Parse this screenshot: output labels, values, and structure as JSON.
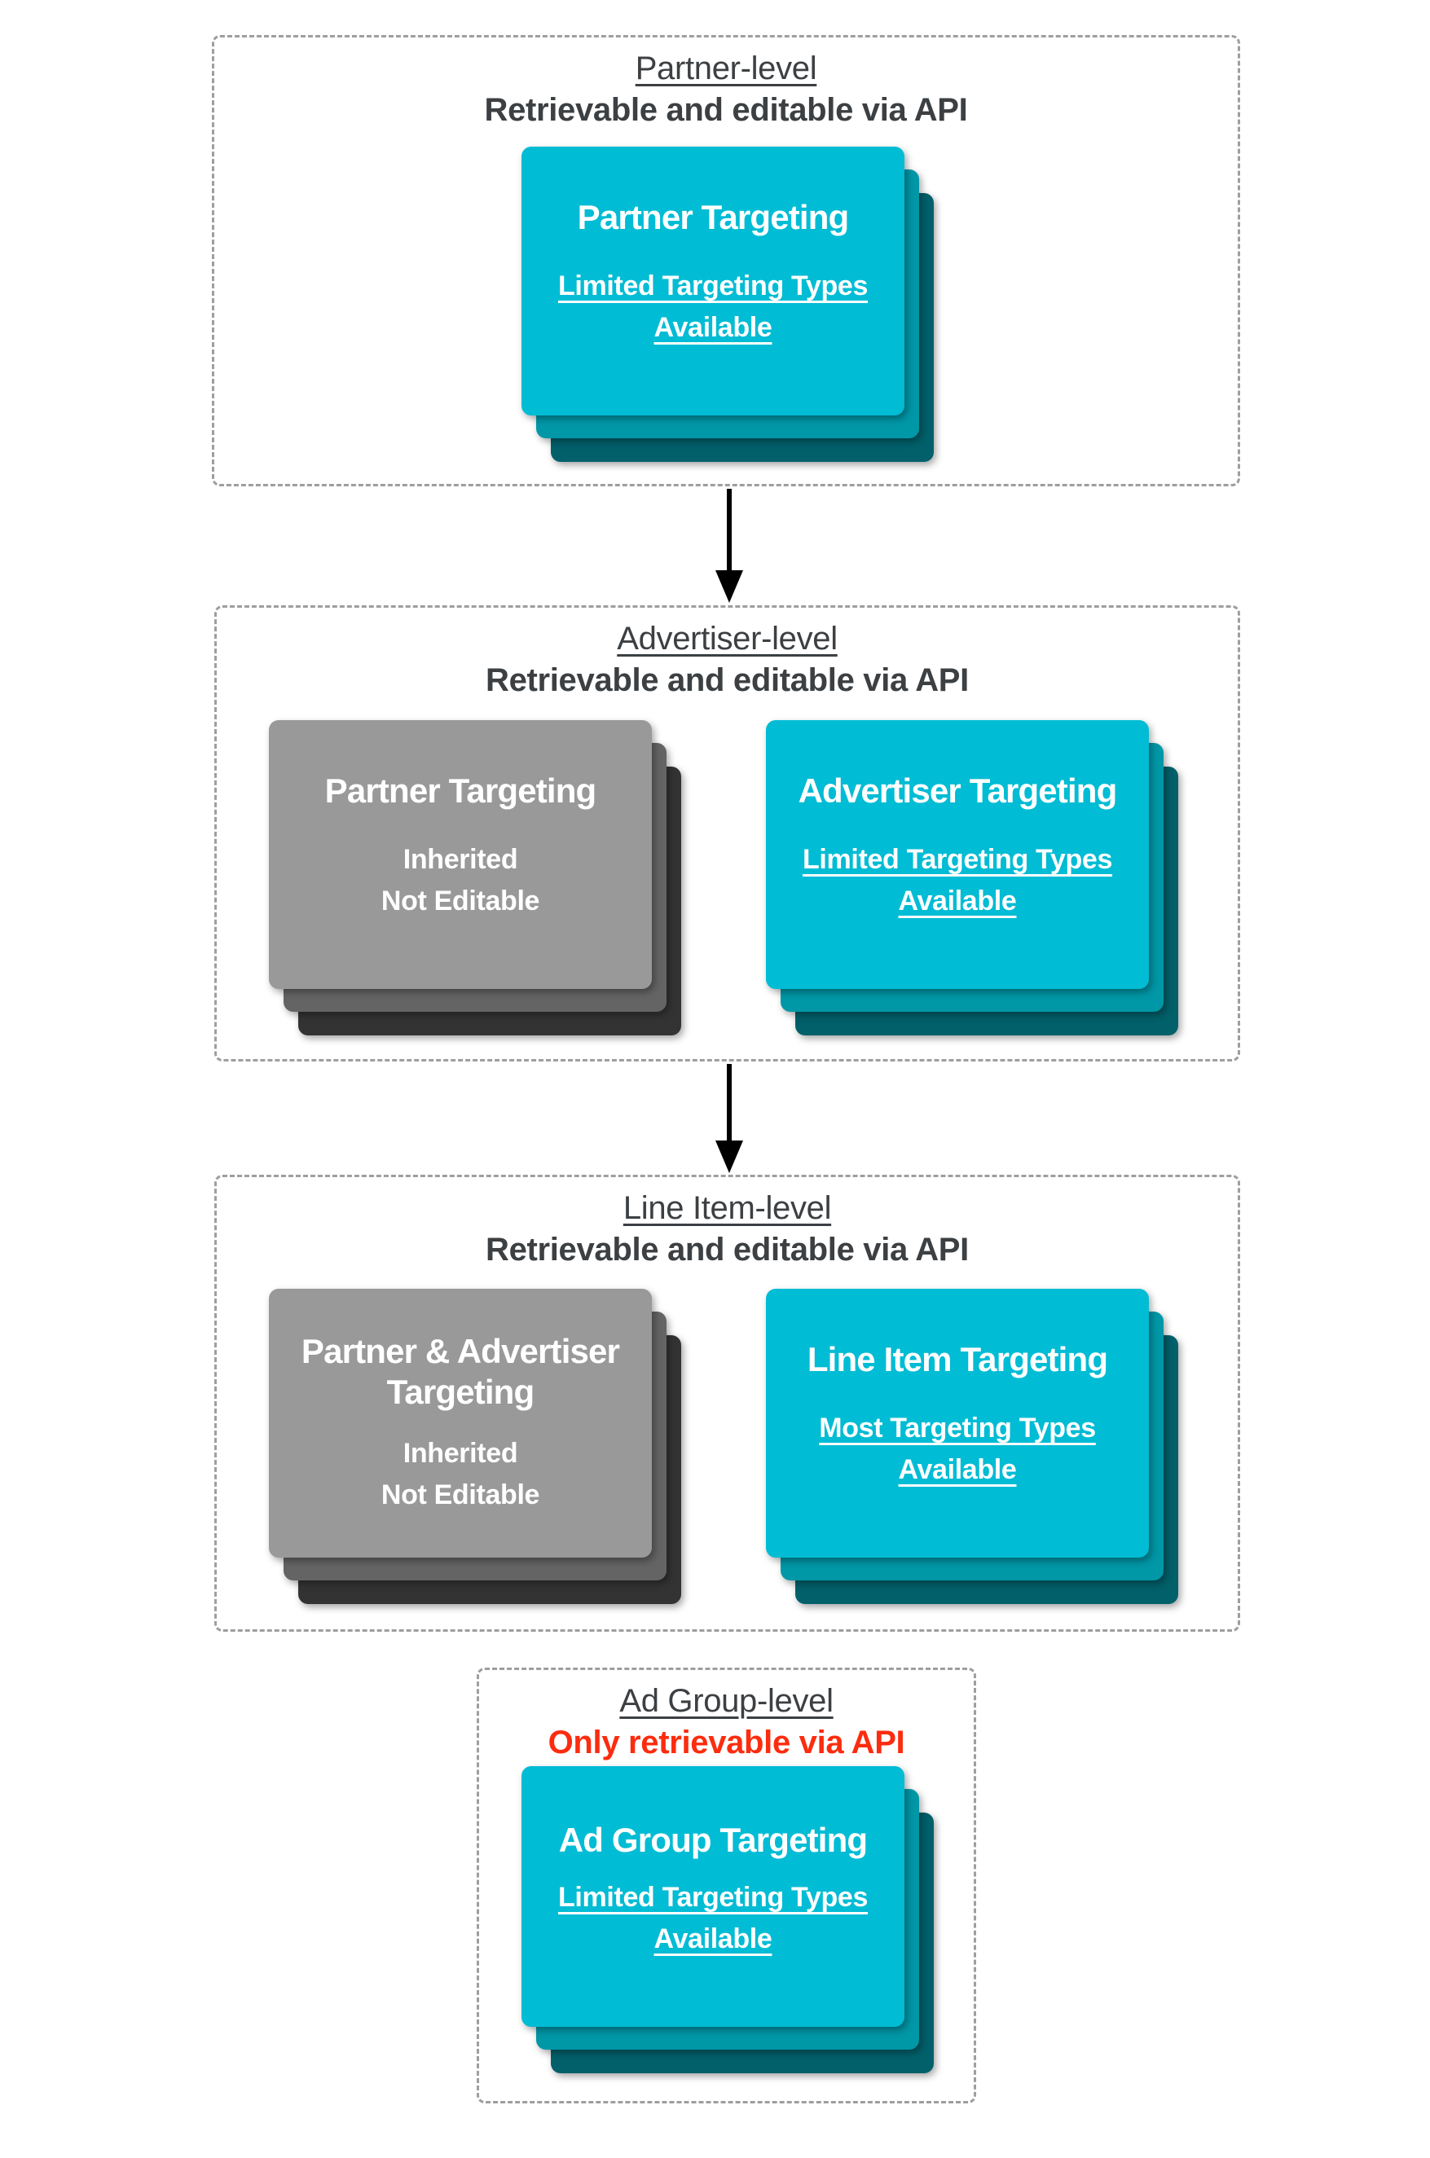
{
  "colors": {
    "card_cyan": "#00BCD4",
    "card_cyan_mid": "#0097A7",
    "card_cyan_dark": "#02606A",
    "card_gray": "#999999",
    "card_gray_mid": "#646464",
    "card_gray_dark": "#333333",
    "heading": "#3C4043",
    "warning_red": "#FC2C0F",
    "arrow": "#000000",
    "border": "#9E9E9E"
  },
  "sections": [
    {
      "title": "Partner-level",
      "subtitle": "Retrievable and editable via API",
      "cards": [
        {
          "style": "cyan",
          "title_lines": [
            "Partner Targeting"
          ],
          "body_lines": [
            "Limited Targeting Types",
            "Available"
          ],
          "body_underlined": true
        }
      ]
    },
    {
      "title": "Advertiser-level",
      "subtitle": "Retrievable and editable via API",
      "cards": [
        {
          "style": "gray",
          "title_lines": [
            "Partner Targeting"
          ],
          "body_lines": [
            "Inherited",
            "Not Editable"
          ],
          "body_underlined": false
        },
        {
          "style": "cyan",
          "title_lines": [
            "Advertiser Targeting"
          ],
          "body_lines": [
            "Limited Targeting Types",
            "Available"
          ],
          "body_underlined": true
        }
      ]
    },
    {
      "title": "Line Item-level",
      "subtitle": "Retrievable and editable via API",
      "cards": [
        {
          "style": "gray",
          "title_lines": [
            "Partner & Advertiser",
            "Targeting"
          ],
          "body_lines": [
            "Inherited",
            "Not Editable"
          ],
          "body_underlined": false
        },
        {
          "style": "cyan",
          "title_lines": [
            "Line Item Targeting"
          ],
          "body_lines": [
            "Most Targeting Types",
            "Available"
          ],
          "body_underlined": true
        }
      ]
    },
    {
      "title": "Ad Group-level",
      "subtitle": "Only retrievable via API",
      "cards": [
        {
          "style": "cyan",
          "title_lines": [
            "Ad Group Targeting"
          ],
          "body_lines": [
            "Limited Targeting Types",
            "Available"
          ],
          "body_underlined": true
        }
      ]
    }
  ]
}
